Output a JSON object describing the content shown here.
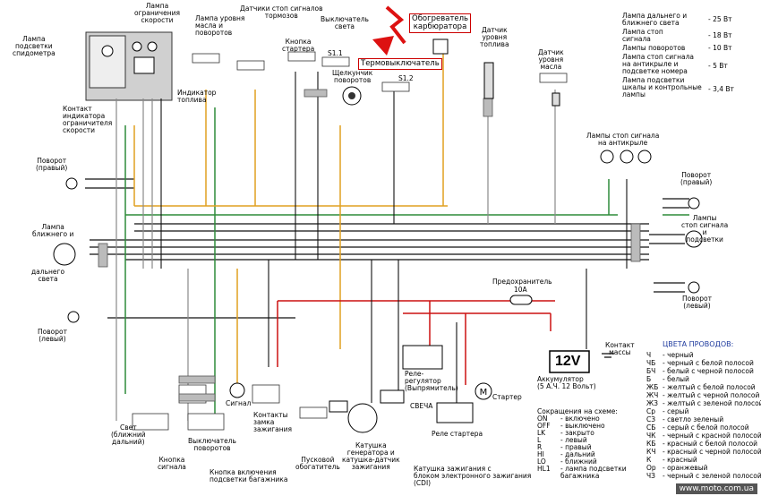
{
  "labels": {
    "speedo_lamp": "Лампа\nподсветки\nспидометра",
    "limiter_lamp": "Лампа\nограничения\nскорости",
    "oil_lamp": "Лампа уровня\nмасла и\nповоротов",
    "brake_sensors": "Датчики стоп сигналов\nтормозов",
    "light_switch": "Выключатель\nсвета",
    "starter_button": "Кнопка\nстартера",
    "carb_heater": "Обогреватель\nкарбюратора",
    "thermo_switch": "Термовыключатель",
    "fuel_sensor": "Датчик\nуровня\nтоплива",
    "oil_sensor": "Датчик\nуровня\nмасла",
    "fuel_indicator": "Индикатор\nтоплива",
    "limiter_contact": "Контакт\nиндикатора\nограничителя\nскорости",
    "turn_switch": "Щелкунчик\nповоротов",
    "turn_right_front": "Поворот\n(правый)",
    "low_beam": "Лампа\nближнего и",
    "low_beam2": "дальнего\nсвета",
    "turn_left_front": "Поворот\n(левый)",
    "spoiler_lamps": "Лампы стоп сигнала\nна антикрыле",
    "turn_right_rear": "Поворот\n(правый)",
    "stop_lamps": "Лампы\nстоп сигнала\nи\nподсветки",
    "turn_left_rear": "Поворот\n(левый)",
    "fuse": "Предохранитель",
    "fuse_val": "10A",
    "mass_contact": "Контакт\nмассы",
    "battery_val": "12V",
    "battery": "Аккумулятор\n(5 А.Ч. 12 Вольт)",
    "regulator": "Реле-\nрегулятор\n(Выпрямитель)",
    "starter": "Стартер",
    "spark_plug": "СВЕЧА",
    "starter_relay": "Реле стартера",
    "ignition_coil": "Катушка зажигания с\nблоком электронного зажигания\n(CDI)",
    "generator": "Катушка\nгенератора и\nкатушка-датчик\nзажигания",
    "choke": "Пусковой\nобогатитель",
    "trunk_button": "Кнопка включения\nподсветки багажника",
    "signal_button": "Кнопка\nсигнала",
    "turn_switch2": "Выключатель\nповоротов",
    "ignition_contacts": "Контакты\nзамка\nзажигания",
    "horn": "Сигнал",
    "light_low_high": "Свет\n(ближний\nдальний)",
    "abbr_title": "Сокращения на схеме:",
    "s11": "S1.1",
    "s12": "S1.2"
  },
  "lamp_specs": [
    {
      "name": "Лампа дальнего и\nближнего света",
      "value": "- 25 Вт"
    },
    {
      "name": "Лампа стоп\nсигнала",
      "value": "- 18 Вт"
    },
    {
      "name": "Лампы поворотов",
      "value": "- 10 Вт"
    },
    {
      "name": "Лампа стоп сигнала\nна антикрыле и\nподсветке номера",
      "value": "- 5 Вт"
    },
    {
      "name": "Лампа подсветки\nшкалы и контрольные\nлампы",
      "value": "- 3,4 Вт"
    }
  ],
  "abbreviations": [
    {
      "abbr": "ON",
      "text": "- включено"
    },
    {
      "abbr": "OFF",
      "text": "- выключено"
    },
    {
      "abbr": "LK",
      "text": "- закрыто"
    },
    {
      "abbr": "L",
      "text": "- левый"
    },
    {
      "abbr": "R",
      "text": "- правый"
    },
    {
      "abbr": "HI",
      "text": "- дальний"
    },
    {
      "abbr": "LO",
      "text": "- ближний"
    },
    {
      "abbr": "HL1",
      "text": "- лампа подсветки\nбагажника"
    }
  ],
  "wire_colors_title": "ЦВЕТА ПРОВОДОВ:",
  "wire_colors": [
    {
      "code": "Ч",
      "name": "- черный"
    },
    {
      "code": "ЧБ",
      "name": "- черный с белой полосой"
    },
    {
      "code": "БЧ",
      "name": "- белый с черной полосой"
    },
    {
      "code": "Б",
      "name": "- белый"
    },
    {
      "code": "ЖБ",
      "name": "- желтый с белой полосой"
    },
    {
      "code": "ЖЧ",
      "name": "- желтый с черной полосой"
    },
    {
      "code": "ЖЗ",
      "name": "- желтый с зеленой полосой"
    },
    {
      "code": "Ср",
      "name": "- серый"
    },
    {
      "code": "СЗ",
      "name": "- светло зеленый"
    },
    {
      "code": "СБ",
      "name": "- серый с белой полосой"
    },
    {
      "code": "ЧК",
      "name": "- черный с красной полосой"
    },
    {
      "code": "КБ",
      "name": "- красный с белой полосой"
    },
    {
      "code": "КЧ",
      "name": "- красный с черной полосой"
    },
    {
      "code": "К",
      "name": "- красный"
    },
    {
      "code": "Ор",
      "name": "- оранжевый"
    },
    {
      "code": "ЧЗ",
      "name": "- черный с зеленой полосой"
    }
  ],
  "watermark": "www.moto.com.ua",
  "colors": {
    "black": "#111111",
    "green": "#2e8b3a",
    "orange": "#e0a020",
    "red": "#cc1111",
    "gray": "#8a8a8a",
    "arrow": "#dd1111"
  }
}
